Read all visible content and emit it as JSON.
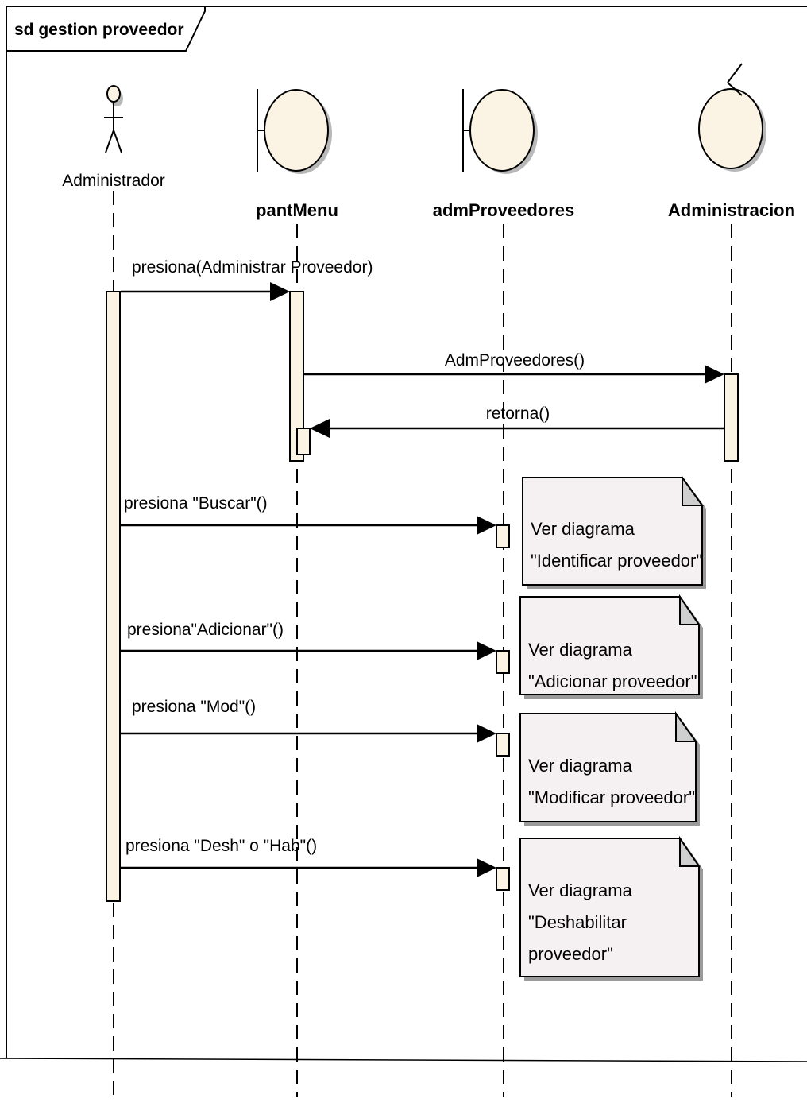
{
  "frame": {
    "label": "sd gestion proveedor"
  },
  "actor": {
    "name": "Administrador"
  },
  "lifelines": [
    {
      "id": "pantMenu",
      "name": "pantMenu",
      "kind": "boundary"
    },
    {
      "id": "admProveedores",
      "name": "admProveedores",
      "kind": "boundary"
    },
    {
      "id": "Administracion",
      "name": "Administracion",
      "kind": "control"
    }
  ],
  "messages": [
    {
      "label": "presiona(Administrar Proveedor)",
      "from": "Administrador",
      "to": "pantMenu"
    },
    {
      "label": "AdmProveedores()",
      "from": "pantMenu",
      "to": "Administracion"
    },
    {
      "label": "retorna()",
      "from": "Administracion",
      "to": "pantMenu"
    },
    {
      "label": "presiona \"Buscar\"()",
      "from": "Administrador",
      "to": "admProveedores"
    },
    {
      "label": "presiona\"Adicionar\"()",
      "from": "Administrador",
      "to": "admProveedores"
    },
    {
      "label": "presiona \"Mod\"()",
      "from": "Administrador",
      "to": "admProveedores"
    },
    {
      "label": "presiona \"Desh\" o \"Hab\"()",
      "from": "Administrador",
      "to": "admProveedores"
    }
  ],
  "notes": [
    {
      "lines": [
        "Ver diagrama",
        "\"Identificar proveedor\""
      ]
    },
    {
      "lines": [
        "Ver diagrama",
        "\"Adicionar proveedor\""
      ]
    },
    {
      "lines": [
        "Ver diagrama",
        "\"Modificar proveedor\""
      ]
    },
    {
      "lines": [
        "Ver diagrama",
        "\"Deshabilitar",
        "proveedor\""
      ]
    }
  ],
  "colors": {
    "element_fill": "#fbf3e3",
    "note_fill": "#f5f1f2",
    "note_fold": "#cfcfcf",
    "line": "#000000"
  }
}
